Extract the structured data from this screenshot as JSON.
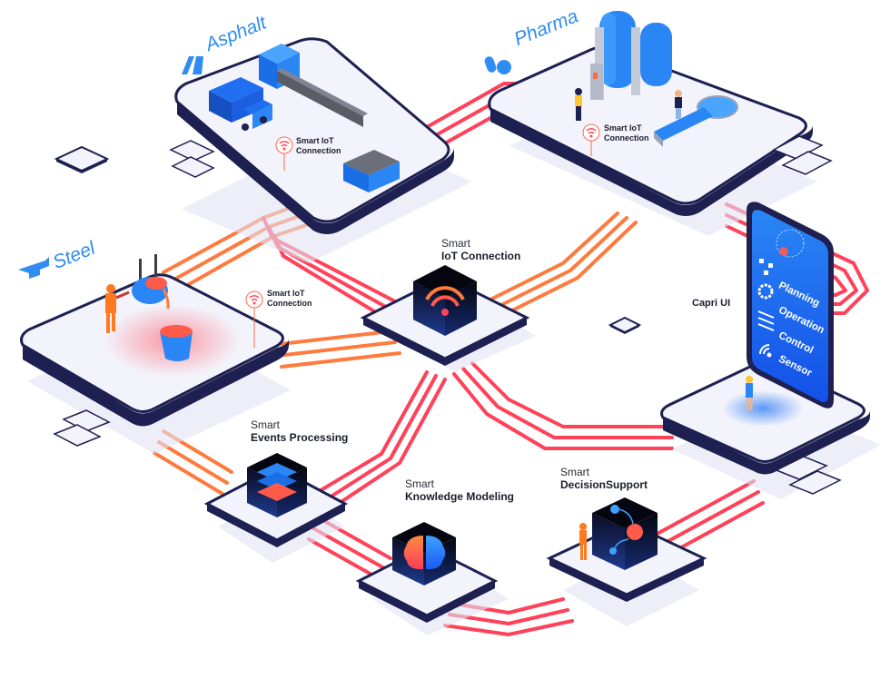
{
  "industries": {
    "asphalt": {
      "label": "Asphalt",
      "icon": "road-icon"
    },
    "pharma": {
      "label": "Pharma",
      "icon": "pill-icon"
    },
    "steel": {
      "label": "Steel",
      "icon": "anvil-icon"
    }
  },
  "platform_labels": {
    "asphalt_iot": "Smart IoT\nConnection",
    "pharma_iot": "Smart IoT\nConnection",
    "steel_iot": "Smart IoT\nConnection"
  },
  "asphalt_iot": {
    "line1": "Smart IoT",
    "line2": "Connection"
  },
  "pharma_iot": {
    "line1": "Smart IoT",
    "line2": "Connection"
  },
  "steel_iot": {
    "line1": "Smart IoT",
    "line2": "Connection"
  },
  "modules": {
    "iot": {
      "prefix": "Smart",
      "title": "IoT Connection",
      "icon": "wifi-icon"
    },
    "events": {
      "prefix": "Smart",
      "title": "Events Processing",
      "icon": "layers-icon"
    },
    "knowledge": {
      "prefix": "Smart",
      "title": "Knowledge Modeling",
      "icon": "brain-icon"
    },
    "decision": {
      "prefix": "Smart",
      "title": "DecisionSupport",
      "icon": "decision-nodes-icon"
    }
  },
  "capri": {
    "label": "Capri UI",
    "menu": [
      {
        "label": "Planning",
        "icon": "flowchart-icon"
      },
      {
        "label": "Operation",
        "icon": "gear-icon"
      },
      {
        "label": "Control",
        "icon": "sliders-icon"
      },
      {
        "label": "Sensor",
        "icon": "signal-icon"
      }
    ]
  },
  "colors": {
    "accent_blue": "#2e8cf2",
    "line_red": "#ff4159",
    "line_orange": "#ff7a3d",
    "platform_dark": "#1d2050",
    "platform_top": "#f3f3fb",
    "cube_dark": "#0f1230"
  }
}
